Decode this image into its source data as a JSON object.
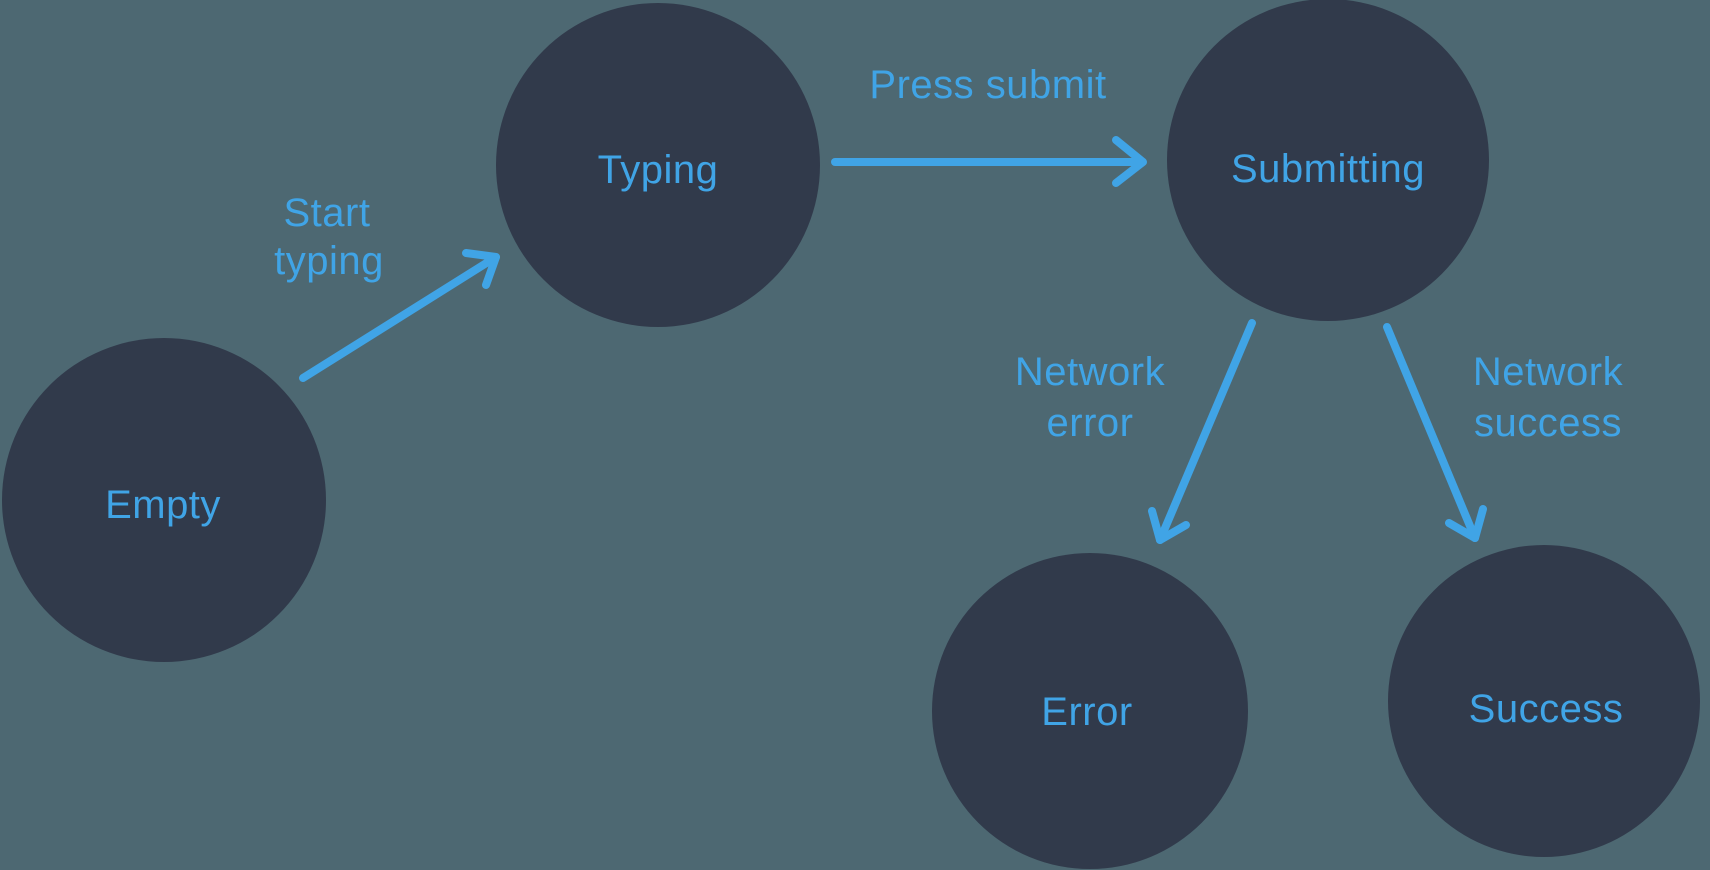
{
  "colors": {
    "background": "#4D6872",
    "node_fill": "#313A4B",
    "accent": "#40A4E6"
  },
  "diagram": {
    "type": "state-machine",
    "nodes": [
      {
        "id": "empty",
        "label": "Empty"
      },
      {
        "id": "typing",
        "label": "Typing"
      },
      {
        "id": "submitting",
        "label": "Submitting"
      },
      {
        "id": "error",
        "label": "Error"
      },
      {
        "id": "success",
        "label": "Success"
      }
    ],
    "edges": [
      {
        "from": "empty",
        "to": "typing",
        "event": "Start typing",
        "label_lines": [
          "Start",
          "typing"
        ]
      },
      {
        "from": "typing",
        "to": "submitting",
        "event": "Press submit",
        "label_lines": [
          "Press submit"
        ]
      },
      {
        "from": "submitting",
        "to": "error",
        "event": "Network error",
        "label_lines": [
          "Network",
          "error"
        ]
      },
      {
        "from": "submitting",
        "to": "success",
        "event": "Network success",
        "label_lines": [
          "Network",
          "success"
        ]
      }
    ]
  }
}
